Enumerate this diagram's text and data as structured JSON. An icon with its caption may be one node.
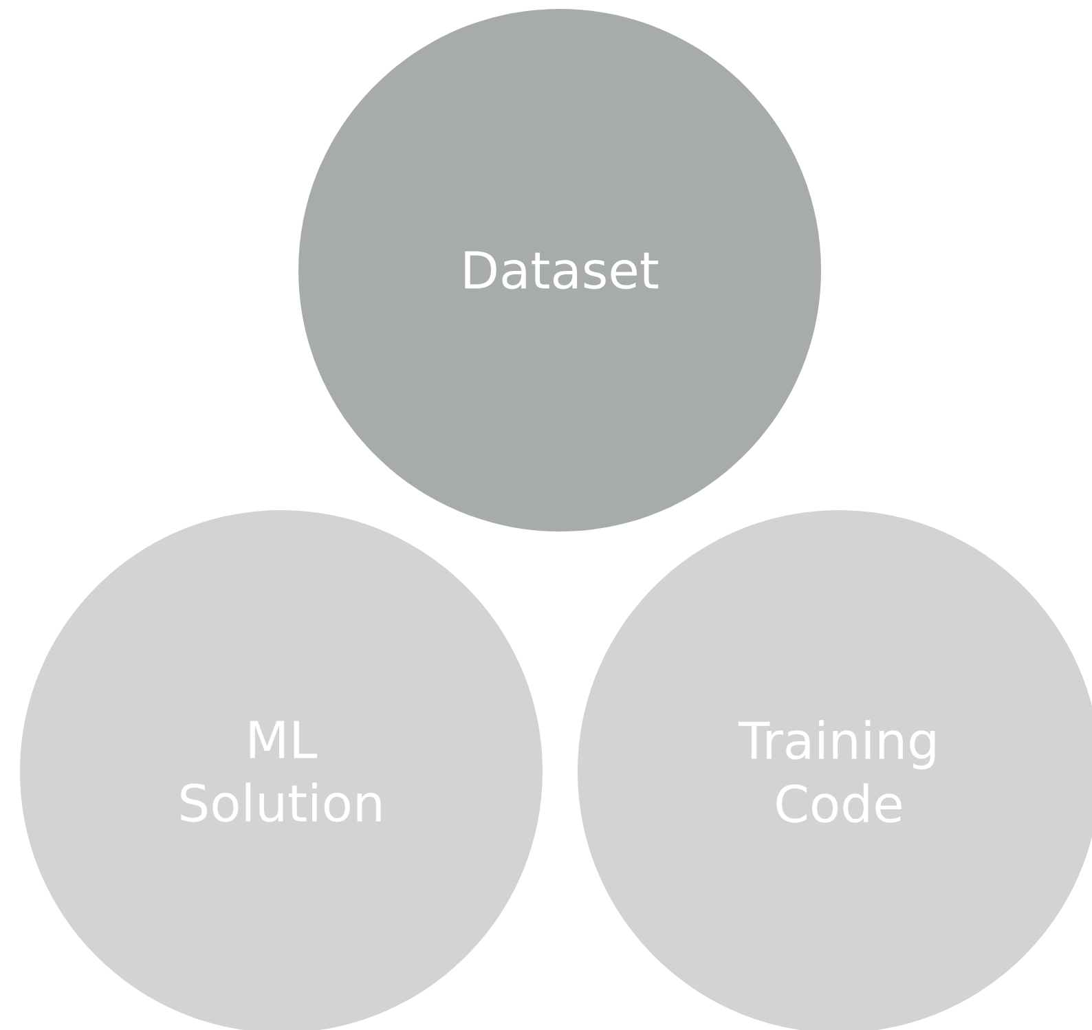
{
  "diagram": {
    "nodes": [
      {
        "text": [
          "Dataset"
        ]
      },
      {
        "text": [
          "ML Solution"
        ]
      },
      {
        "text": [
          "Training Code"
        ]
      }
    ]
  }
}
